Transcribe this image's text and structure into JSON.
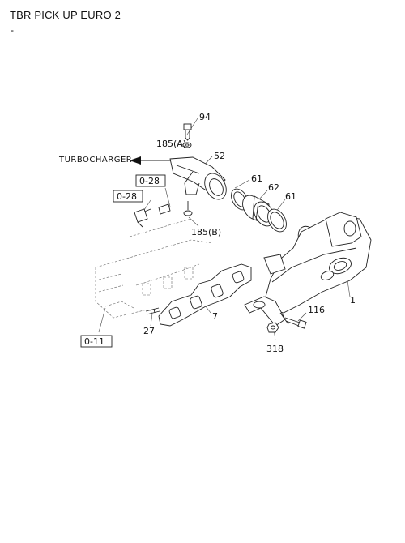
{
  "header": {
    "title": "TBR PICK UP EURO 2",
    "subtitle": "-"
  },
  "callouts": {
    "p94": "94",
    "p185a": "185(A)",
    "p52": "52",
    "turbo": "TURBOCHARGER",
    "ref028a": "0-28",
    "ref028b": "0-28",
    "p61a": "61",
    "p62": "62",
    "p61b": "61",
    "p185b": "185(B)",
    "p1": "1",
    "p116": "116",
    "p27": "27",
    "p7": "7",
    "p318": "318",
    "ref011": "0-11"
  }
}
